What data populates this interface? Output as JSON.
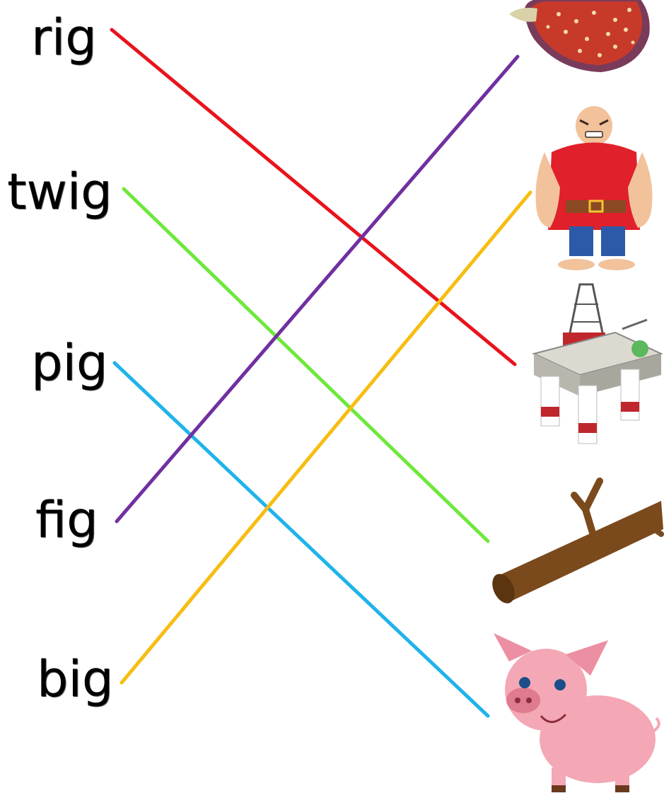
{
  "words": [
    {
      "id": "rig",
      "label": "rig"
    },
    {
      "id": "twig",
      "label": "twig"
    },
    {
      "id": "pig",
      "label": "pig"
    },
    {
      "id": "fig",
      "label": "fig"
    },
    {
      "id": "big",
      "label": "big"
    }
  ],
  "pictures": [
    "fig-slice",
    "big-man",
    "oil-rig",
    "twig",
    "pig"
  ],
  "connections": [
    {
      "word": "rig",
      "picture": "oil-rig",
      "color": "#e8141c"
    },
    {
      "word": "twig",
      "picture": "twig",
      "color": "#6fe83c"
    },
    {
      "word": "pig",
      "picture": "pig",
      "color": "#1fb3ea"
    },
    {
      "word": "fig",
      "picture": "fig-slice",
      "color": "#7030a0"
    },
    {
      "word": "big",
      "picture": "big-man",
      "color": "#f7bd12"
    }
  ]
}
